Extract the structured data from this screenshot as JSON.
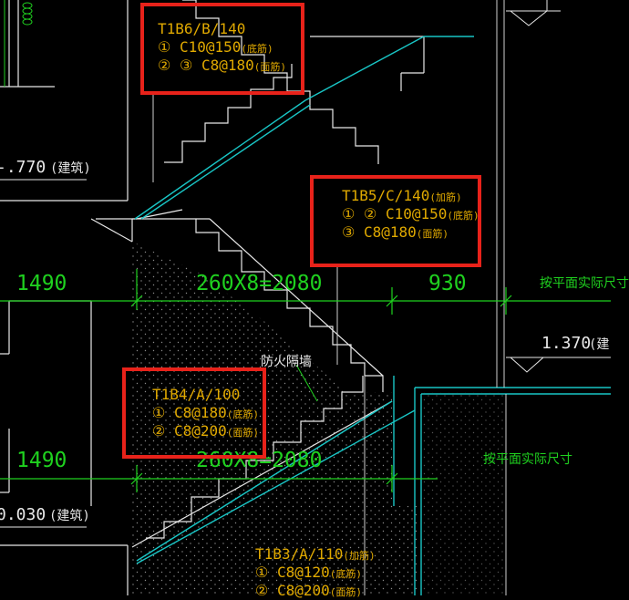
{
  "callouts": [
    {
      "code": "T1B6/B/140",
      "code_suffix": "",
      "line1": "① C10@150",
      "line1_note": "(底筋)",
      "line2": "② ③ C8@180",
      "line2_note": "(面筋)"
    },
    {
      "code": "T1B5/C/140",
      "code_suffix": "(加筋)",
      "line1": "① ② C10@150",
      "line1_note": "(底筋)",
      "line2": "③ C8@180",
      "line2_note": "(面筋)"
    },
    {
      "code": "T1B4/A/100",
      "code_suffix": "",
      "line1": "① C8@180",
      "line1_note": "(底筋)",
      "line2": "② C8@200",
      "line2_note": "(面筋)"
    },
    {
      "code": "T1B3/A/110",
      "code_suffix": "(加筋)",
      "line1": "① C8@120",
      "line1_note": "(底筋)",
      "line2": "② C8@200",
      "line2_note": "(面筋)"
    }
  ],
  "dimensions": {
    "left_upper": "1490",
    "stair_upper": "260X8=2080",
    "landing_upper": "930",
    "left_lower": "1490",
    "stair_lower": "260X8=2080"
  },
  "elevations": {
    "e1": "-.770",
    "e1_note": "(建筑)",
    "e2": "1.370",
    "e2_note": "(建",
    "e3": "0.030",
    "e3_note": "(建筑)"
  },
  "notes": {
    "firewall": "防火隔墙",
    "plan_size_1": "按平面实际尺寸",
    "plan_size_2": "按平面实际尺寸"
  },
  "colors": {
    "green": "#1fd11f",
    "cyan": "#19c6c6",
    "white": "#e8e8e8",
    "yellow": "#e0a900",
    "red": "#e8221a"
  }
}
